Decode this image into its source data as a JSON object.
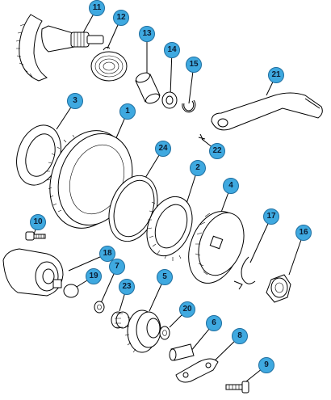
{
  "diagram": {
    "style": {
      "callout_fill": "#3fa9e0",
      "callout_border": "#1f6fa0",
      "callout_text": "#0b1d33",
      "line_color": "#000000"
    },
    "callouts": [
      {
        "id": "callout-11",
        "label": "11"
      },
      {
        "id": "callout-12",
        "label": "12"
      },
      {
        "id": "callout-13",
        "label": "13"
      },
      {
        "id": "callout-14",
        "label": "14"
      },
      {
        "id": "callout-15",
        "label": "15"
      },
      {
        "id": "callout-21",
        "label": "21"
      },
      {
        "id": "callout-3",
        "label": "3"
      },
      {
        "id": "callout-1",
        "label": "1"
      },
      {
        "id": "callout-22",
        "label": "22"
      },
      {
        "id": "callout-24",
        "label": "24"
      },
      {
        "id": "callout-2",
        "label": "2"
      },
      {
        "id": "callout-4",
        "label": "4"
      },
      {
        "id": "callout-17",
        "label": "17"
      },
      {
        "id": "callout-10",
        "label": "10"
      },
      {
        "id": "callout-16",
        "label": "16"
      },
      {
        "id": "callout-18",
        "label": "18"
      },
      {
        "id": "callout-7",
        "label": "7"
      },
      {
        "id": "callout-19",
        "label": "19"
      },
      {
        "id": "callout-23",
        "label": "23"
      },
      {
        "id": "callout-5",
        "label": "5"
      },
      {
        "id": "callout-20",
        "label": "20"
      },
      {
        "id": "callout-6",
        "label": "6"
      },
      {
        "id": "callout-8",
        "label": "8"
      },
      {
        "id": "callout-9",
        "label": "9"
      }
    ]
  }
}
